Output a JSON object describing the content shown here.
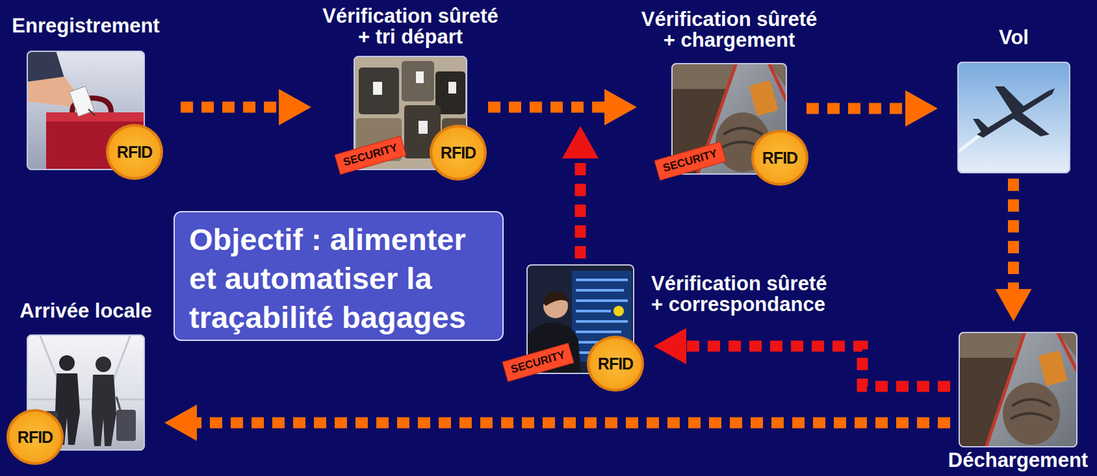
{
  "diagram": {
    "nodes": [
      {
        "text": [
          "Enregistrement"
        ]
      },
      {
        "text": [
          "Vérification sûreté + tri départ"
        ]
      },
      {
        "text": [
          "Vérification sûreté + chargement"
        ]
      },
      {
        "text": [
          "Vol"
        ]
      },
      {
        "text": [
          "Objectif : alimenter et automatiser la traçabilité bagages"
        ]
      },
      {
        "text": [
          "Vérification sûreté + correspondance"
        ]
      },
      {
        "text": [
          "Arrivée locale"
        ]
      },
      {
        "text": [
          "Déchargement"
        ]
      }
    ],
    "edges": [
      {
        "from": 0,
        "to": 1,
        "arrow": "to"
      },
      {
        "from": 1,
        "to": 2,
        "arrow": "to"
      },
      {
        "from": 2,
        "to": 3,
        "arrow": "to"
      },
      {
        "from": 3,
        "to": 7,
        "arrow": "to"
      },
      {
        "from": 7,
        "to": 5,
        "arrow": "to"
      },
      {
        "from": 5,
        "to": 2,
        "arrow": "to"
      },
      {
        "from": 7,
        "to": 6,
        "arrow": "to"
      }
    ],
    "labels": [
      "RFID",
      "SECURITY",
      "RFID",
      "SECURITY",
      "RFID",
      "SECURITY",
      "RFID",
      "RFID"
    ]
  }
}
